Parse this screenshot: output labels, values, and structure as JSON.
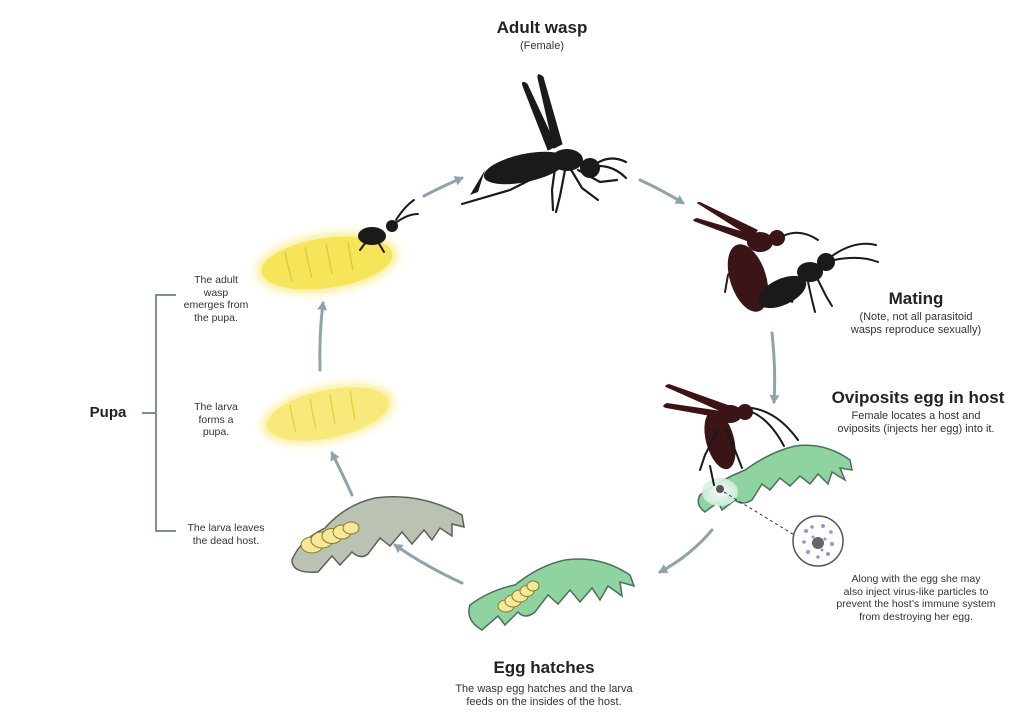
{
  "stages": {
    "adult": {
      "title": "Adult wasp",
      "subtitle": "(Female)"
    },
    "mating": {
      "title": "Mating",
      "note": "(Note, not all parasitoid\nwasps reproduce sexually)"
    },
    "oviposit": {
      "title": "Oviposits egg in host",
      "note": "Female locates a host and\noviposits (injects her egg) into it."
    },
    "virus_note": "Along with the egg she may\nalso inject virus-like particles to\nprevent the host’s immune system\nfrom destroying her egg.",
    "hatch": {
      "title": "Egg hatches",
      "note": "The wasp egg hatches and the larva\nfeeds on the insides of the host."
    },
    "pupa": {
      "title": "Pupa",
      "steps": [
        "The adult\nwasp\nemerges from\nthe pupa.",
        "The larva\nforms a\npupa.",
        "The larva leaves\nthe dead host."
      ]
    }
  },
  "colors": {
    "wasp_black": "#1a1a1a",
    "wasp_maroon": "#3a1416",
    "caterpillar_green": "#8fd4a0",
    "dead_host_gray": "#b9c2b3",
    "pupa_yellow": "#f6e45a",
    "arrow": "#8fa3ab",
    "bracket": "#7f8f96"
  },
  "icons": [
    "adult-wasp-icon",
    "mating-wasps-icon",
    "ovipositing-wasp-icon",
    "host-caterpillar-icon",
    "virus-particles-icon",
    "hatched-caterpillar-icon",
    "dead-host-icon",
    "pupa-icon",
    "emerging-wasp-icon"
  ]
}
